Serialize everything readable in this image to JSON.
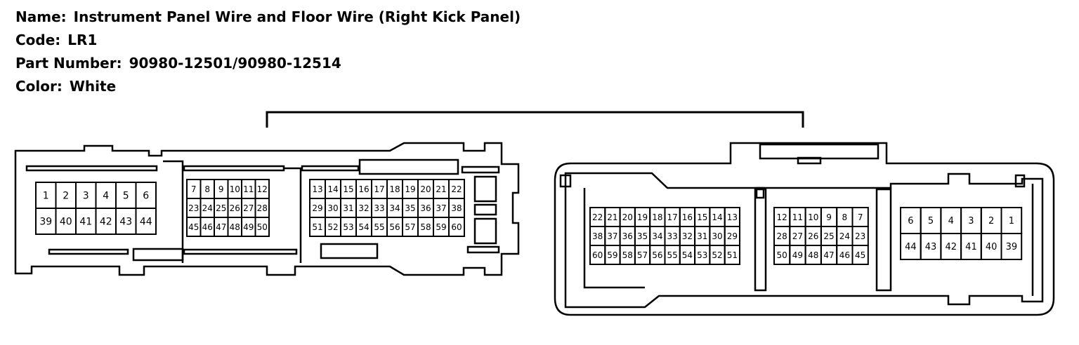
{
  "info": {
    "name_label": "Name:",
    "name_value": "Instrument Panel Wire and Floor Wire (Right Kick Panel)",
    "code_label": "Code:",
    "code_value": "LR1",
    "part_label": "Part Number:",
    "part_value": "90980-12501/90980-12514",
    "color_label": "Color:",
    "color_value": "White"
  },
  "male_connector": {
    "blocks": [
      {
        "rows": [
          [
            "1",
            "2",
            "3",
            "4",
            "5",
            "6"
          ],
          [
            "39",
            "40",
            "41",
            "42",
            "43",
            "44"
          ]
        ]
      },
      {
        "rows": [
          [
            "7",
            "8",
            "9",
            "10",
            "11",
            "12"
          ],
          [
            "23",
            "24",
            "25",
            "26",
            "27",
            "28"
          ],
          [
            "45",
            "46",
            "47",
            "48",
            "49",
            "50"
          ]
        ]
      },
      {
        "rows": [
          [
            "13",
            "14",
            "15",
            "16",
            "17",
            "18",
            "19",
            "20",
            "21",
            "22"
          ],
          [
            "29",
            "30",
            "31",
            "32",
            "33",
            "34",
            "35",
            "36",
            "37",
            "38"
          ],
          [
            "51",
            "52",
            "53",
            "54",
            "55",
            "56",
            "57",
            "58",
            "59",
            "60"
          ]
        ]
      }
    ]
  },
  "female_connector": {
    "blocks": [
      {
        "rows": [
          [
            "22",
            "21",
            "20",
            "19",
            "18",
            "17",
            "16",
            "15",
            "14",
            "13"
          ],
          [
            "38",
            "37",
            "36",
            "35",
            "34",
            "33",
            "32",
            "31",
            "30",
            "29"
          ],
          [
            "60",
            "59",
            "58",
            "57",
            "56",
            "55",
            "54",
            "53",
            "52",
            "51"
          ]
        ]
      },
      {
        "rows": [
          [
            "12",
            "11",
            "10",
            "9",
            "8",
            "7"
          ],
          [
            "28",
            "27",
            "26",
            "25",
            "24",
            "23"
          ],
          [
            "50",
            "49",
            "48",
            "47",
            "46",
            "45"
          ]
        ]
      },
      {
        "rows": [
          [
            "6",
            "5",
            "4",
            "3",
            "2",
            "1"
          ],
          [
            "44",
            "43",
            "42",
            "41",
            "40",
            "39"
          ]
        ]
      }
    ]
  }
}
